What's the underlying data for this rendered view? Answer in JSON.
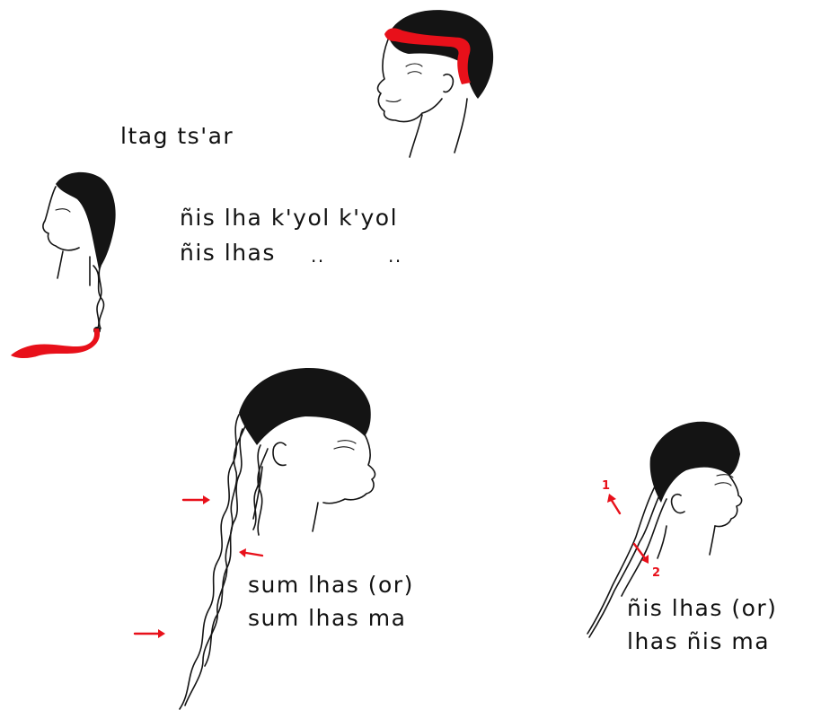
{
  "labels": {
    "ltag": "ltag ts'ar",
    "nis_line1": "ñis lha k'yol k'yol",
    "nis_line2_word": "ñis lhas",
    "nis_line2_mark1": "..",
    "nis_line2_mark2": "..",
    "sum_line1": "sum lhas (or)",
    "sum_line2": "sum lhas ma",
    "nis2_line1": "ñis lhas (or)",
    "nis2_line2": "lhas ñis ma"
  },
  "markers": {
    "one": "1",
    "two": "2"
  },
  "colors": {
    "ink": "#141414",
    "accent_red": "#e8101a"
  },
  "icons": {
    "head_top": "head-with-red-band-icon",
    "head_left": "head-with-braid-and-red-ribbon-icon",
    "head_center": "head-with-three-strand-braids-icon",
    "head_right": "head-with-two-strand-braid-icon",
    "arrow": "red-arrow-icon"
  }
}
